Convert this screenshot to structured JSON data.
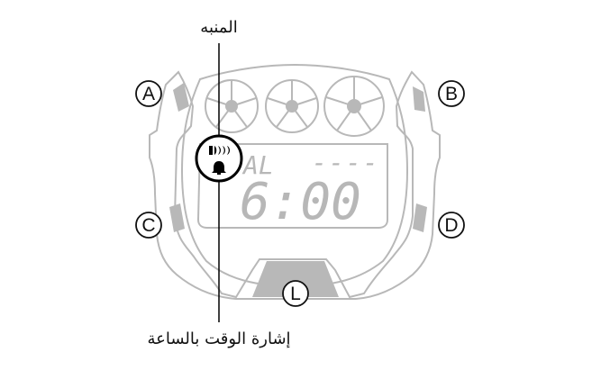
{
  "labels": {
    "alarm": "المنبه",
    "time_signal": "إشارة الوقت بالساعة"
  },
  "buttons": {
    "a": "A",
    "b": "B",
    "c": "C",
    "d": "D",
    "l": "L"
  },
  "display": {
    "mode_text": "AL",
    "dashes": "----",
    "time": "6:00"
  },
  "colors": {
    "outline": "#b8b8b8",
    "callout": "#000000",
    "lcd_segments": "#b7b7b7"
  }
}
